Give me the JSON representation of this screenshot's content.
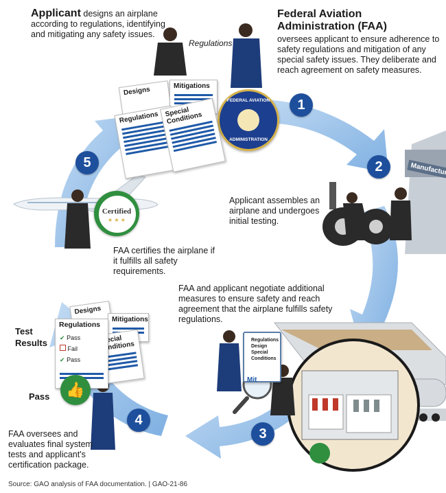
{
  "applicant_intro": {
    "heading": "Applicant",
    "text": " designs an airplane according to regulations, identifying and mitigating any safety issues."
  },
  "faa_intro": {
    "heading": "Federal Aviation Administration (FAA)",
    "text": "oversees applicant to ensure adherence to safety regulations and mitigation of any special safety issues. They deliberate and reach agreement on safety measures."
  },
  "regulations_label": "Regulations",
  "faa_seal": {
    "top_text": "FEDERAL AVIATION",
    "bottom_text": "ADMINISTRATION"
  },
  "step1_docs": {
    "designs": "Designs",
    "mitigations": "Mitigations",
    "regulations": "Regulations",
    "special_conditions": "Special Conditions"
  },
  "hangar_sign": "Manufacturer",
  "step2_text": "Applicant assembles an airplane and undergoes initial testing.",
  "step3_text": "FAA and applicant negotiate additional measures to ensure safety and reach agreement that the airplane fulfills safety regulations.",
  "clipboard": {
    "items": [
      "Regulations",
      "Design",
      "Special Conditions"
    ],
    "magnifier_text": "Mit"
  },
  "step4": {
    "text": "FAA oversees and evaluates final system tests and applicant's certification package.",
    "test_results_label": "Test Results",
    "pass_label": "Pass",
    "sheet_title": "Regulations",
    "sheet_items": [
      "Pass",
      "Fail",
      "Pass"
    ],
    "designs": "Designs",
    "mitigations": "Mitigations",
    "special_conditions": "Special Conditions"
  },
  "step5": {
    "text": "FAA certifies the airplane if it fulfills all safety requirements.",
    "badge_text": "Certified"
  },
  "step_numbers": [
    "1",
    "2",
    "3",
    "4",
    "5"
  ],
  "source": "Source: GAO analysis of FAA documentation.  |  GAO-21-86",
  "colors": {
    "arrow_light": "#a9cbee",
    "arrow_dark": "#7eb1e4",
    "step_circle": "#1e4f9c",
    "doc_lines": "#1f5aa8",
    "badge_green": "#2f8f3f",
    "seal_blue": "#1d3f8f",
    "seal_gold": "#d6b24a"
  }
}
